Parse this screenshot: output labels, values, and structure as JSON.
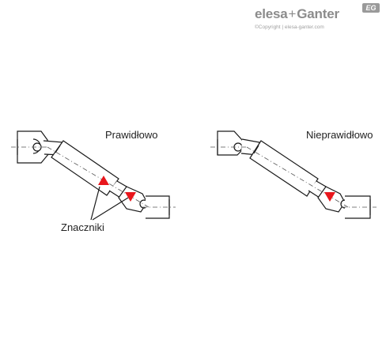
{
  "logo": {
    "brand_left": "elesa",
    "brand_plus": "+",
    "brand_right": "Ganter",
    "badge": "EG",
    "copyright": "©Copyright | elesa-ganter.com"
  },
  "labels": {
    "correct": "Prawidłowo",
    "incorrect": "Nieprawidłowo",
    "markers": "Znaczniki"
  },
  "colors": {
    "marker": "#e8161c",
    "line": "#1a1a1a",
    "centerline": "#555555"
  }
}
